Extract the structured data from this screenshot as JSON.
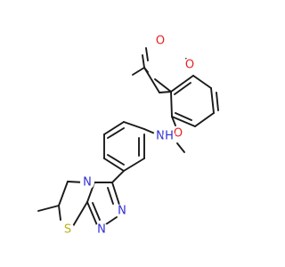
{
  "colors": {
    "background": "#ffffff",
    "bond": "#1a1a1a",
    "oxygen": "#e8211d",
    "nitrogen": "#2f2fd6",
    "sulfur": "#bdb119",
    "carbon": "#1a1a1a"
  },
  "atom_labels": {
    "o_carbonyl": "O",
    "o_methoxy_top": "O",
    "o_methoxy_bottom": "O",
    "n_amide": "N",
    "h_amide": "H",
    "n_triazole_fused": "N",
    "n_triazole_a": "N",
    "n_triazole_b": "N",
    "s_thiazole": "S"
  }
}
